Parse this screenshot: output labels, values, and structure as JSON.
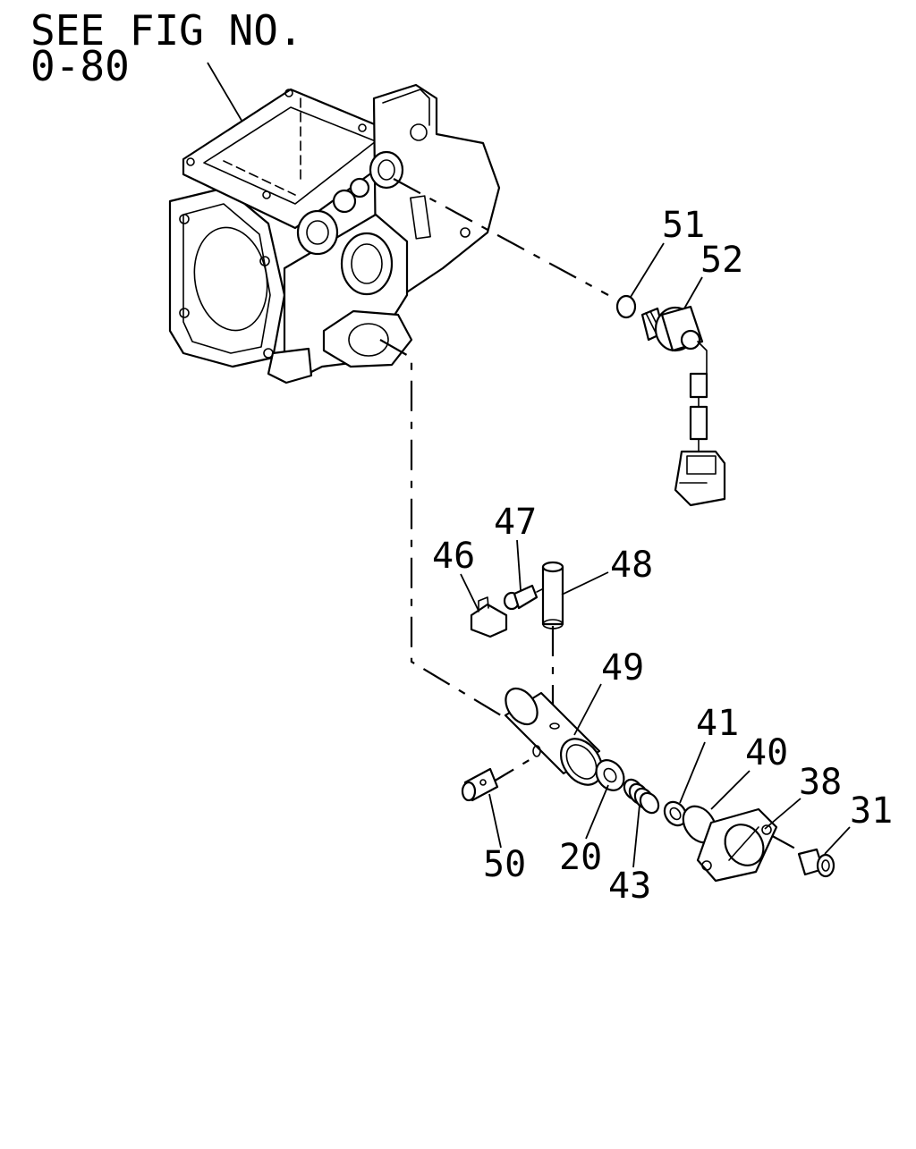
{
  "reference_note": {
    "line1": "SEE FIG NO.",
    "line2": "0-80"
  },
  "callouts": [
    "51",
    "52",
    "46",
    "47",
    "48",
    "49",
    "41",
    "40",
    "38",
    "31",
    "50",
    "20",
    "43"
  ]
}
